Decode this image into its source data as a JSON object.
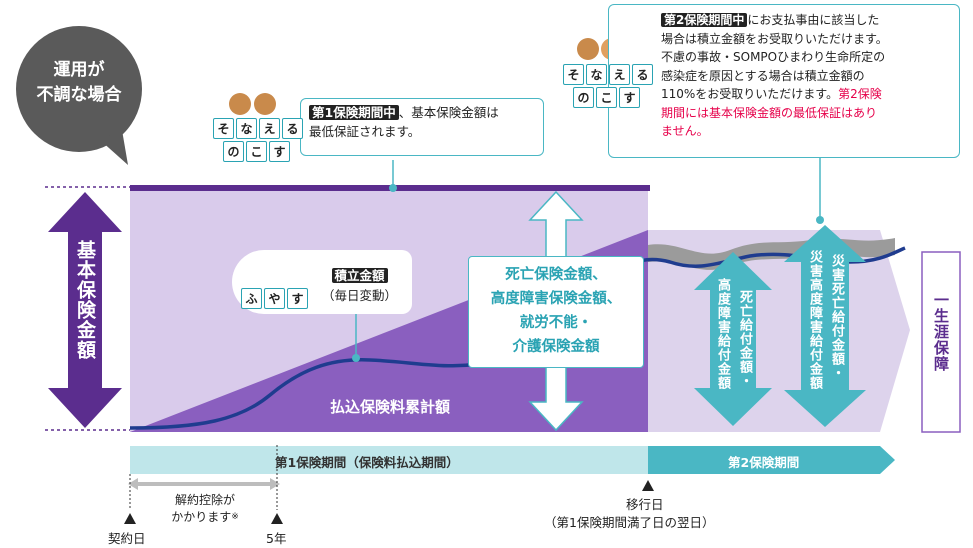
{
  "gray_bubble": {
    "line1": "運用が",
    "line2": "不調な場合"
  },
  "left_axis_label": "基本保険金額",
  "right_label": "一生涯保障",
  "callout1": {
    "badge": "第1保険期間中",
    "text_line1": "、基本保険金額は",
    "text_line2": "最低保証されます。",
    "chars_row1": [
      "そ",
      "な",
      "え",
      "る"
    ],
    "chars_row2": [
      "の",
      "こ",
      "す"
    ]
  },
  "callout2": {
    "badge": "第2保険期間中",
    "line1": "にお支払事由に該当した",
    "line2": "場合は積立金額をお受取りいただけます。",
    "line3": "不慮の事故・SOMPOひまわり生命所定の",
    "line4": "感染症を原因とする場合は積立金額の",
    "line5": "110%をお受取りいただけます。",
    "red1": "第2保険",
    "red2": "期間には基本保険金額の最低保証はあり",
    "red3": "ません。",
    "chars_row1": [
      "そ",
      "な",
      "え",
      "る"
    ],
    "chars_row2": [
      "の",
      "こ",
      "す"
    ]
  },
  "fuyasu": {
    "chars": [
      "ふ",
      "や",
      "す"
    ],
    "badge": "積立金額",
    "sub": "（毎日変動）"
  },
  "death_benefit": {
    "line1": "死亡保険金額、",
    "line2": "高度障害保険金額、",
    "line3": "就労不能・",
    "line4": "介護保険金額"
  },
  "premium_label": "払込保険料累計額",
  "benefit_arrow1": "死亡給付金額・高度障害給付金額",
  "benefit_arrow1_a": "死亡給付金額・",
  "benefit_arrow1_b": "高度障害給付金額",
  "benefit_arrow2_a": "災害死亡給付金額・",
  "benefit_arrow2_b": "災害高度障害給付金額",
  "period1": "第1保険期間（保険料払込期間）",
  "period2": "第2保険期間",
  "surrender": {
    "line1": "解約控除が",
    "line2": "かかります",
    "note": "※"
  },
  "markers": {
    "contract": "契約日",
    "year5": "5年",
    "transition": "移行日",
    "transition_note": "（第1保険期間満了日の翌日）"
  },
  "colors": {
    "purple_dark": "#5b2d8e",
    "purple_mid": "#8a5fbf",
    "lavender": "#d9cbeb",
    "teal": "#4ab7c4",
    "teal_light": "#bfe6ea",
    "navy": "#1f3c8f",
    "gray": "#5a5a5a",
    "red": "#e6004a"
  }
}
